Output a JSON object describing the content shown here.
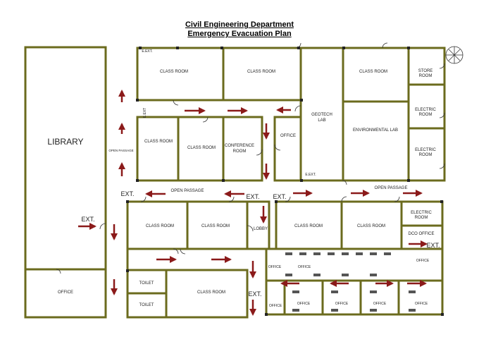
{
  "header": {
    "title_line1": "Civil Engineering Department",
    "title_line2": "Emergency Evacuation Plan"
  },
  "colors": {
    "wall": "#6b6b1e",
    "arrow": "#8b1a1a",
    "ink": "#222222"
  },
  "rooms": {
    "library": "LIBRARY",
    "library_office": "OFFICE",
    "classroom": "CLASS ROOM",
    "conference_1": "CONFERENCE",
    "conference_2": "ROOM",
    "office": "OFFICE",
    "geotech_1": "GEOTECH",
    "geotech_2": "LAB",
    "env_lab": "ENVIRONMENTAL LAB",
    "store_1": "STORE",
    "store_2": "ROOM",
    "electric_1": "ELECTRIC",
    "electric_2": "ROOM",
    "lobby": "LOBBY",
    "dco_office": "DCO OFFICE",
    "toilet": "TOILET"
  },
  "labels": {
    "ext_big": "EXT.",
    "ext_small": "E.EXT.",
    "ext_vertical": "E.EXT",
    "open_passage": "OPEN PASSAGE",
    "open_passage_vertical": "OPEN PASSAGE"
  },
  "icons": [
    "fire-extinguisher-icon",
    "evacuation-arrow-icon",
    "door-swing-icon",
    "desk-icon"
  ]
}
